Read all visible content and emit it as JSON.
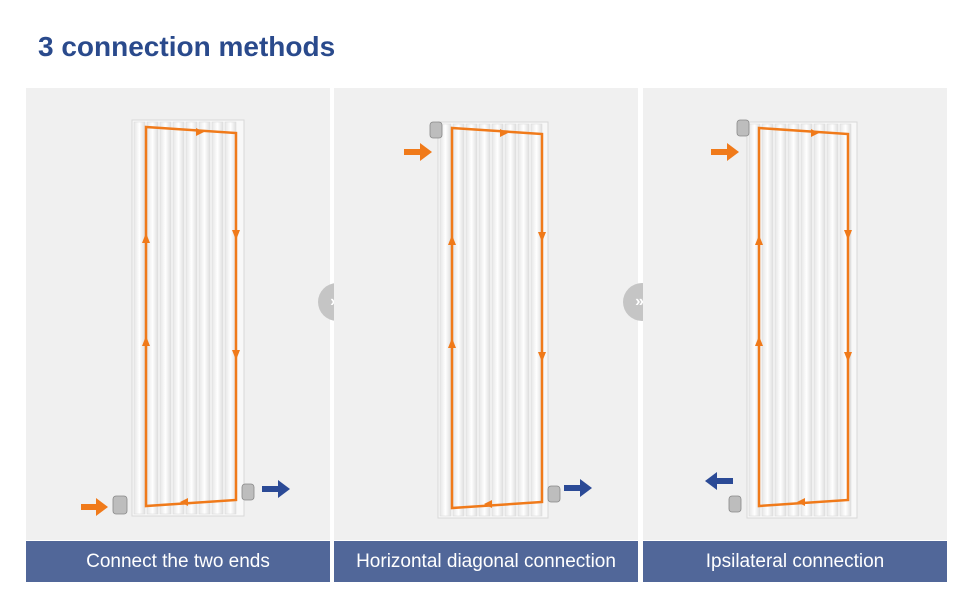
{
  "title": "3 connection methods",
  "colors": {
    "title": "#2a4a8c",
    "caption_bg": "#516799",
    "hot_flow": "#f07a1a",
    "cold_flow": "#2b4a96",
    "panel_bg": "#f0f0f0",
    "next_button": "#c5c5c5"
  },
  "panels": [
    {
      "caption": "Connect the two ends",
      "inlet": "bottom-left",
      "outlet": "bottom-right"
    },
    {
      "caption": "Horizontal diagonal connection",
      "inlet": "top-left",
      "outlet": "bottom-right"
    },
    {
      "caption": "Ipsilateral connection",
      "inlet": "top-left",
      "outlet": "bottom-left"
    }
  ],
  "next_icon": {
    "name": "double-chevron-right-icon",
    "glyph": "»»"
  }
}
